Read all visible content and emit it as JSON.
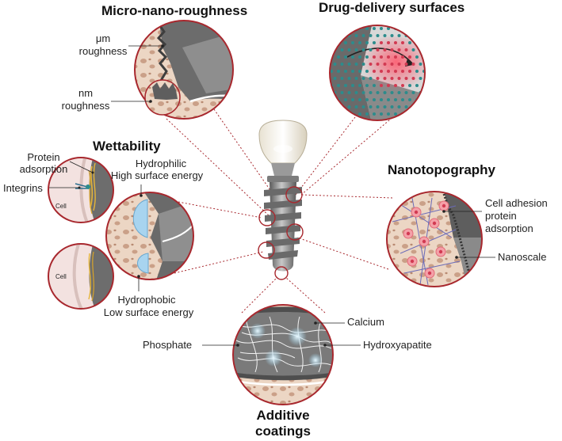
{
  "titles": {
    "micro_nano_roughness": "Micro-nano-roughness",
    "drug_delivery": "Drug-delivery surfaces",
    "wettability": "Wettability",
    "nanotopography": "Nanotopography",
    "additive_line1": "Additive",
    "additive_line2": "coatings"
  },
  "labels": {
    "um_roughness_1": "μm",
    "um_roughness_2": "roughness",
    "nm_roughness_1": "nm",
    "nm_roughness_2": "roughness",
    "protein_adsorption_1": "Protein",
    "protein_adsorption_2": "adsorption",
    "integrins": "Integrins",
    "hydrophilic_1": "Hydrophilic",
    "hydrophilic_2": "High surface energy",
    "hydrophobic_1": "Hydrophobic",
    "hydrophobic_2": "Low surface energy",
    "cell_top": "Cell",
    "cell_bottom": "Cell",
    "cell_adhesion_1": "Cell adhesion",
    "cell_adhesion_2": "protein",
    "cell_adhesion_3": "adsorption",
    "nanoscale": "Nanoscale",
    "calcium": "Calcium",
    "phosphate": "Phosphate",
    "hydroxyapatite": "Hydroxyapatite"
  },
  "colors": {
    "ring": "#a8282e",
    "bone": "#e9d2c0",
    "bone_spot": "#c9a088",
    "metal_dark": "#5b5b5b",
    "metal_mid": "#8c8c8c",
    "metal_light": "#c9c9c9",
    "water": "#a8d4ef",
    "drug": "#e84a5f",
    "dot_teal": "#2c8c8c",
    "fiber": "#e5b53a",
    "nano_fiber": "#6b6bb8"
  }
}
